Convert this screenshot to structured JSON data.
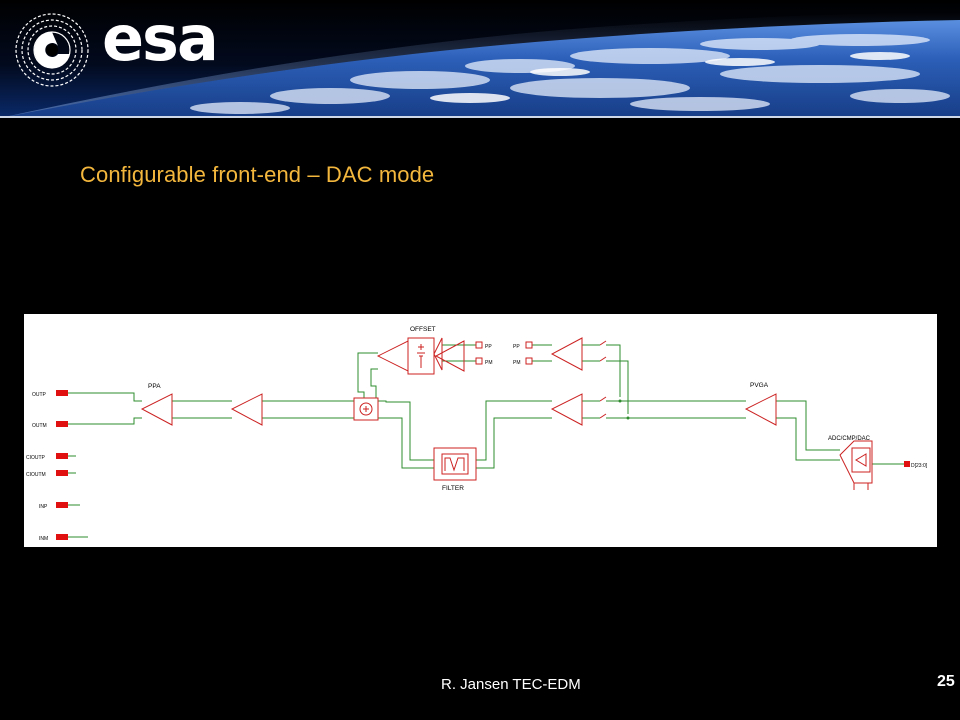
{
  "logo": {
    "text": "esa"
  },
  "slide": {
    "title": "Configurable front-end – DAC mode",
    "footer": "R. Jansen TEC-EDM",
    "page_number": "25"
  },
  "diagram": {
    "labels": {
      "offset": "OFFSET",
      "ppa": "PPA",
      "pvga": "PVGA",
      "filter": "FILTER",
      "adc": "ADC/CMP/DAC",
      "pp_1": "PP",
      "pm_1": "PM",
      "pp_2": "PP",
      "pm_2": "PM",
      "outp": "OUTP",
      "outm": "OUTM",
      "cioutp": "CIOUTP",
      "cioutm": "CIOUTM",
      "inp": "INP",
      "inm": "INM",
      "dout": "D[23:0]"
    },
    "colors": {
      "wire": "#2e8b2e",
      "block": "#cc2222",
      "pin": "#e01010"
    }
  }
}
